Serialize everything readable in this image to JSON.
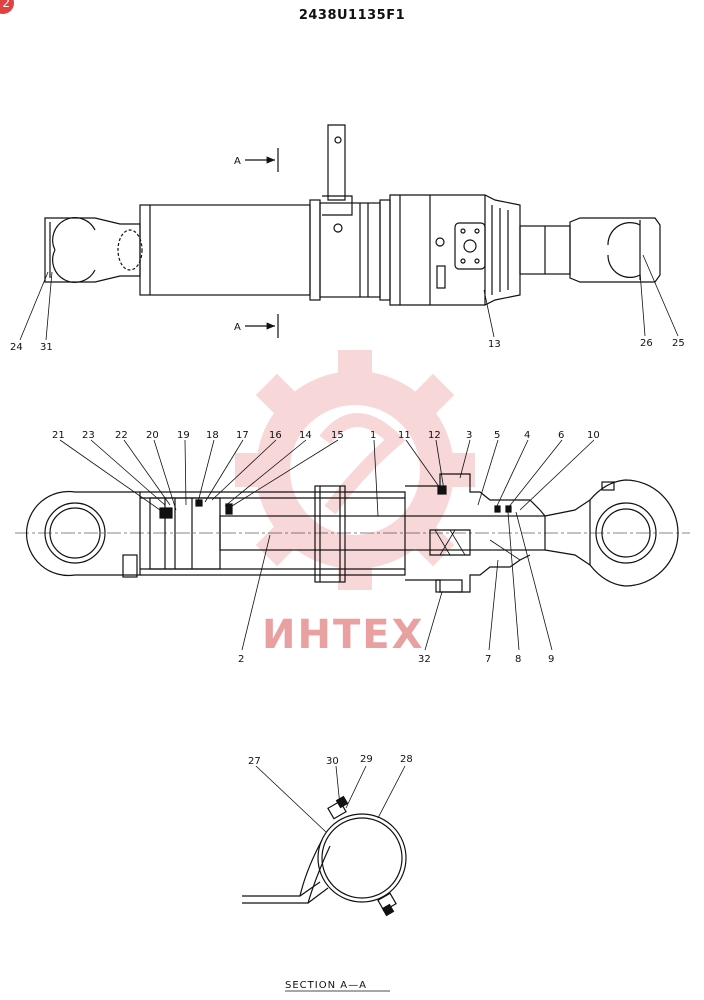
{
  "page": {
    "badge": "2",
    "drawing_number": "2438U1135F1",
    "section_view_label": "A",
    "section_caption": "SECTION A—A",
    "watermark": "ИНТЕХ"
  },
  "callouts": {
    "1": "1",
    "2": "2",
    "3": "3",
    "4": "4",
    "5": "5",
    "6": "6",
    "7": "7",
    "8": "8",
    "9": "9",
    "10": "10",
    "11": "11",
    "12": "12",
    "13": "13",
    "14": "14",
    "15": "15",
    "16": "16",
    "17": "17",
    "18": "18",
    "19": "19",
    "20": "20",
    "21": "21",
    "22": "22",
    "23": "23",
    "24": "24",
    "25": "25",
    "26": "26",
    "27": "27",
    "28": "28",
    "29": "29",
    "30": "30",
    "31": "31",
    "32": "32"
  },
  "colors": {
    "ink": "#111111",
    "watermark": "#e9a0a0",
    "badge": "#e04141"
  }
}
